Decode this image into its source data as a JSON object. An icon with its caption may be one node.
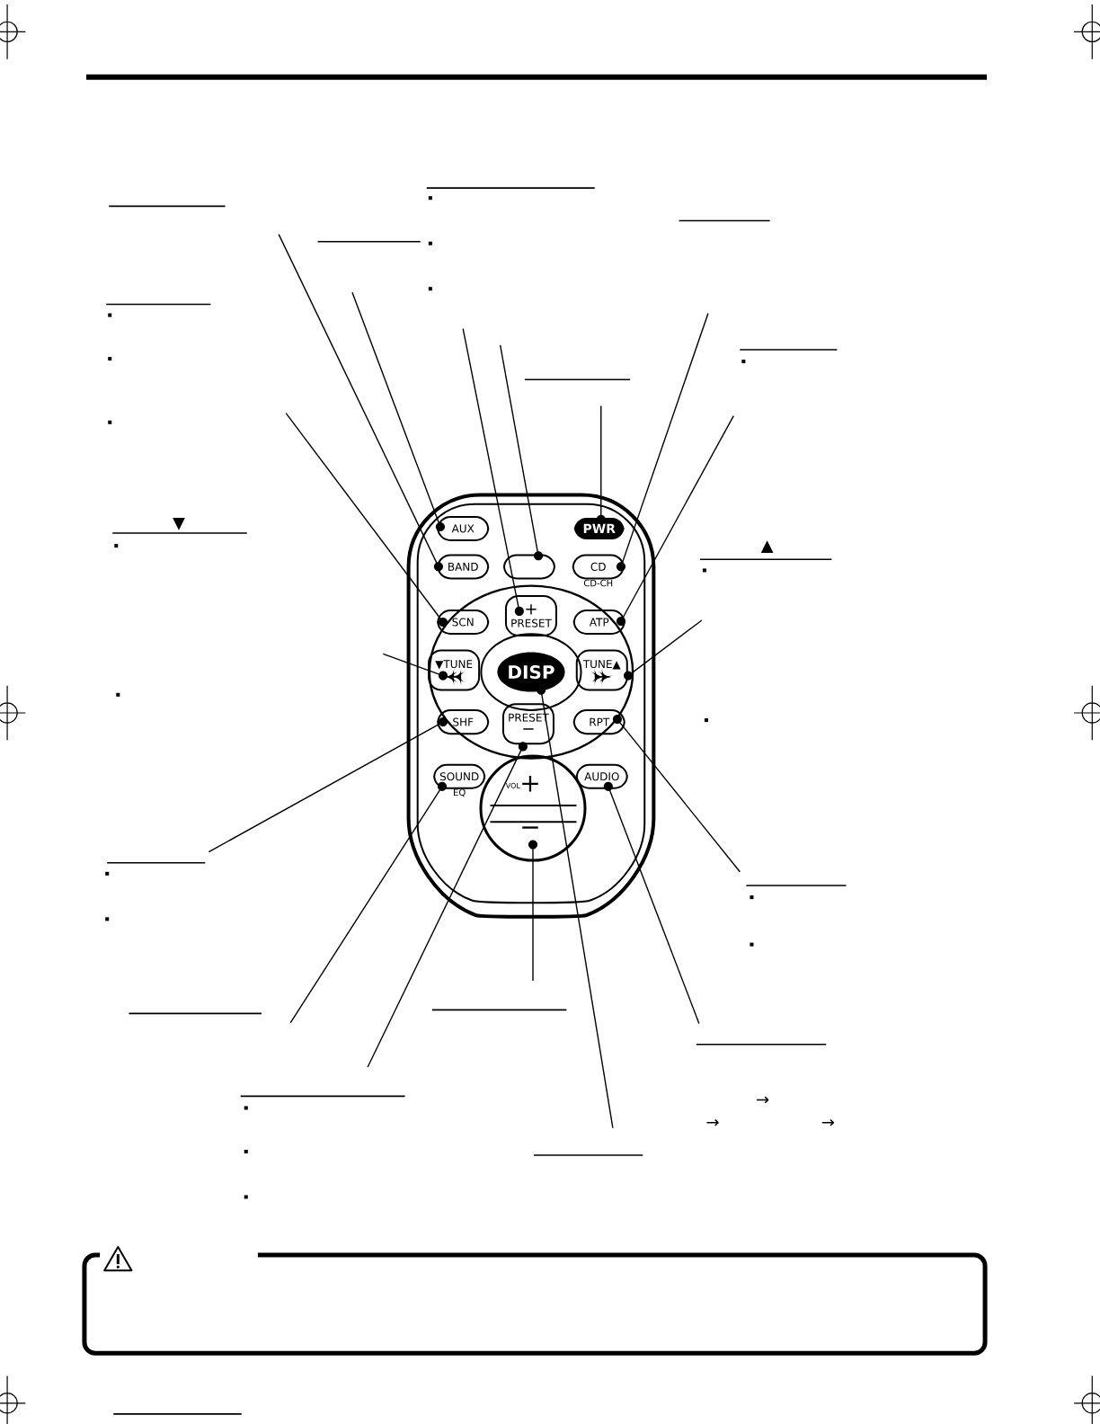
{
  "diagram": {
    "nodes": [
      {
        "text": [
          "AUX"
        ]
      },
      {
        "text": [
          "PWR"
        ]
      },
      {
        "text": [
          "BAND"
        ]
      },
      {
        "text": [],
        "shape": "box"
      },
      {
        "text": [
          "CD"
        ],
        "beside": [
          "CD-CH"
        ]
      },
      {
        "text": [
          "SCN"
        ]
      },
      {
        "text": [
          "+",
          "PRESET"
        ]
      },
      {
        "text": [
          "ATP"
        ]
      },
      {
        "text": [
          "▼TUNE"
        ]
      },
      {
        "text": [
          "DISP"
        ]
      },
      {
        "text": [
          "TUNE▲"
        ]
      },
      {
        "text": [
          "SHF"
        ]
      },
      {
        "text": [
          "PRESET",
          "−"
        ]
      },
      {
        "text": [
          "RPT"
        ]
      },
      {
        "text": [
          "SOUND"
        ],
        "beside": [
          "EQ"
        ]
      },
      {
        "text": [
          "VOL",
          "+",
          "−"
        ]
      },
      {
        "text": [
          "AUDIO"
        ]
      }
    ],
    "edges": [
      {
        "from": null,
        "to": 2,
        "arrow": "none"
      },
      {
        "from": null,
        "to": 0,
        "arrow": "none"
      },
      {
        "from": null,
        "to": 6,
        "arrow": "none"
      },
      {
        "from": null,
        "to": 3,
        "arrow": "none"
      },
      {
        "from": null,
        "to": 1,
        "arrow": "none"
      },
      {
        "from": null,
        "to": 4,
        "arrow": "none"
      },
      {
        "from": null,
        "to": 7,
        "arrow": "none"
      },
      {
        "from": null,
        "to": 5,
        "arrow": "none"
      },
      {
        "from": null,
        "to": 8,
        "arrow": "none"
      },
      {
        "from": null,
        "to": 10,
        "arrow": "none"
      },
      {
        "from": null,
        "to": 11,
        "arrow": "none"
      },
      {
        "from": null,
        "to": 14,
        "arrow": "none"
      },
      {
        "from": null,
        "to": 12,
        "arrow": "none"
      },
      {
        "from": null,
        "to": 15,
        "arrow": "none"
      },
      {
        "from": null,
        "to": 9,
        "arrow": "none"
      },
      {
        "from": null,
        "to": 16,
        "arrow": "none"
      },
      {
        "from": null,
        "to": 13,
        "arrow": "none"
      }
    ],
    "labels": [
      "▼",
      "▲",
      "→",
      "→",
      "→"
    ]
  }
}
